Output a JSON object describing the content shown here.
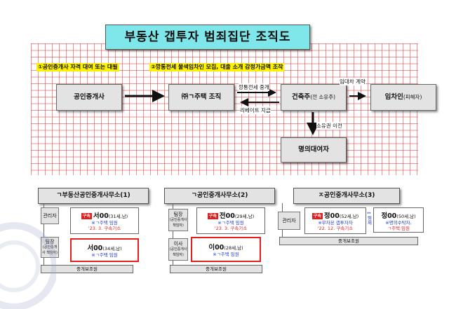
{
  "title": "부동산 갭투자 범죄집단 조직도",
  "notes": {
    "n1": "①공인중개사 자격 대여 또는 대필",
    "n2": "②깡통전세 물색임차인 모집, 대출 소개 감정가금액 조작"
  },
  "flow": {
    "broker": "공인중개사",
    "company": "㈜ㄱ주택 조직",
    "builder": "건축주",
    "builder_sub": "(전 소유주)",
    "tenant": "임차인",
    "tenant_sub": "(피해자)",
    "nominee": "명의대여자",
    "label_jungae": "깡통전세 중개",
    "label_rebate": "리베이트 지급",
    "label_lease": "임대차 계약",
    "label_transfer": "소유권 이전"
  },
  "offices": [
    {
      "header": "ㄱ부동산공인중개사무소(1)",
      "rows": [
        {
          "role": "관리자",
          "tag": "구속",
          "name": "서00",
          "age": "(31세,남)",
          "lines": [
            "※ㄱ주택 임원",
            "'23. 3. 구속기소"
          ]
        },
        {
          "role": "팀장",
          "role_sub": "(공인중개사 책임자)",
          "name": "서00",
          "age": "(34세,남)",
          "lines": [
            "※ㄱ주택 임원"
          ]
        }
      ],
      "footer": "중개보조원"
    },
    {
      "header": "ㄱ공인중개사무소(2)",
      "rows": [
        {
          "role": "팀장",
          "role_sub": "(공인중개사 책임자)",
          "tag": "구속",
          "name": "전00",
          "age": "(29세,남)",
          "lines": [
            "※ㄱ주택 임원",
            "'23. 3. 구속기소"
          ]
        },
        {
          "role": "이사",
          "role_sub": "(공인중개사 책임자)",
          "name": "이00",
          "age": "(28세,남)",
          "lines": [
            "※ㄱ주택 임원"
          ]
        }
      ],
      "footer": "중개보조원"
    },
    {
      "header": "ㅈ공인중개사무소(3)",
      "rows": [
        {
          "role": "관리자",
          "tag": "구속",
          "name": "정00",
          "age": "(52세,남)",
          "lines": [
            "※무자본 갭투자자",
            "'22. 12. 구속기소"
          ]
        },
        {
          "name": "정00",
          "age": "(50세,남)",
          "lines": [
            "※명의수탁자,",
            "ㄱ주택 임원"
          ]
        }
      ],
      "link": "형제",
      "footer": "중개보조원"
    }
  ]
}
